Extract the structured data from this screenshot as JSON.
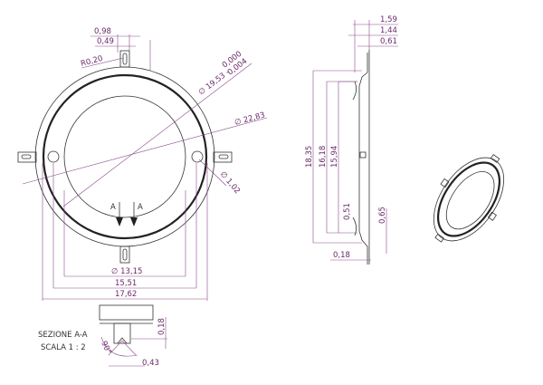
{
  "front_view": {
    "dims": {
      "d098": "0,98",
      "d049": "0,49",
      "r020": "R0,20",
      "tol_upper": "0,000",
      "tol_lower": "0,004",
      "dia1953": "∅ 19,53 -",
      "dia2283": "∅ 22,83",
      "dia102": "∅ 1,02",
      "dia1315": "∅ 13,15",
      "w1551": "15,51",
      "w1762": "17,62"
    },
    "section_marks": [
      "A",
      "A"
    ]
  },
  "side_view": {
    "dims": {
      "d159": "1,59",
      "d144": "1,44",
      "d061": "0,61",
      "h1835": "18,35",
      "h1618": "16,18",
      "h1594": "15,94",
      "d051": "0,51",
      "d065": "0,65",
      "d018": "0,18"
    }
  },
  "section": {
    "title": "SEZIONE A-A",
    "scale": "SCALA  1 : 2",
    "dims": {
      "angle": "90°",
      "d018": "0,18",
      "d043": "0,43"
    }
  },
  "colors": {
    "dimension": "#8a4a8a",
    "outline": "#333333"
  }
}
